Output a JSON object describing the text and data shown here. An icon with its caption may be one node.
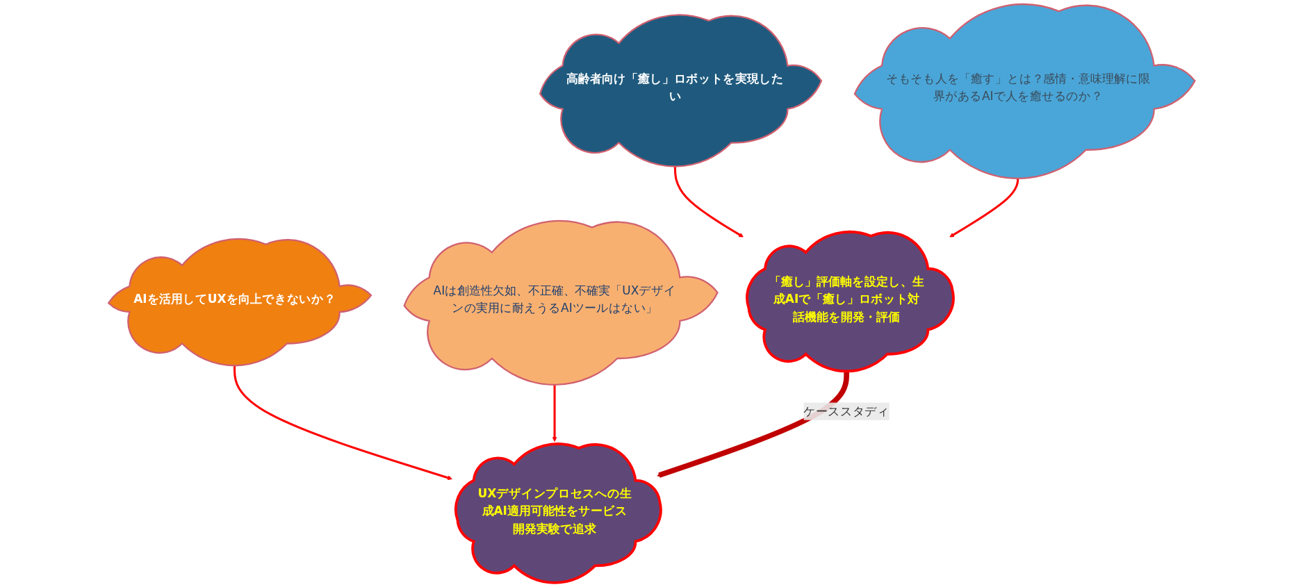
{
  "diagram": {
    "nodes": [
      {
        "text": [
          "AIを活用してUXを向上できないか？"
        ]
      },
      {
        "text": [
          "AIは創造性欠如、不正確、不確実「UXデザインの実用に耐えうるAIツールはない」"
        ]
      },
      {
        "text": [
          "高齢者向け「癒し」ロボットを実現したい"
        ]
      },
      {
        "text": [
          "そもそも人を「癒す」とは？感情・意味理解に限界があるAIで人を癒せるのか？"
        ]
      },
      {
        "text": [
          "UXデザインプロセスへの生成AI適用可能性をサービス開発実験で追求"
        ]
      },
      {
        "text": [
          "「癒し」評価軸を設定し、生成AIで「癒し」ロボット対話機能を開発・評価"
        ]
      }
    ],
    "edges": [
      {
        "from": 0,
        "to": 4,
        "arrow": "to",
        "color": "#ff0000"
      },
      {
        "from": 1,
        "to": 4,
        "arrow": "to",
        "color": "#ff0000"
      },
      {
        "from": 2,
        "to": 5,
        "arrow": "to",
        "color": "#ff0000"
      },
      {
        "from": 3,
        "to": 5,
        "arrow": "to",
        "color": "#ff0000"
      },
      {
        "from": 5,
        "to": 4,
        "arrow": "to",
        "label": "ケーススタディ",
        "style": "thick",
        "color": "#c00000"
      }
    ]
  }
}
